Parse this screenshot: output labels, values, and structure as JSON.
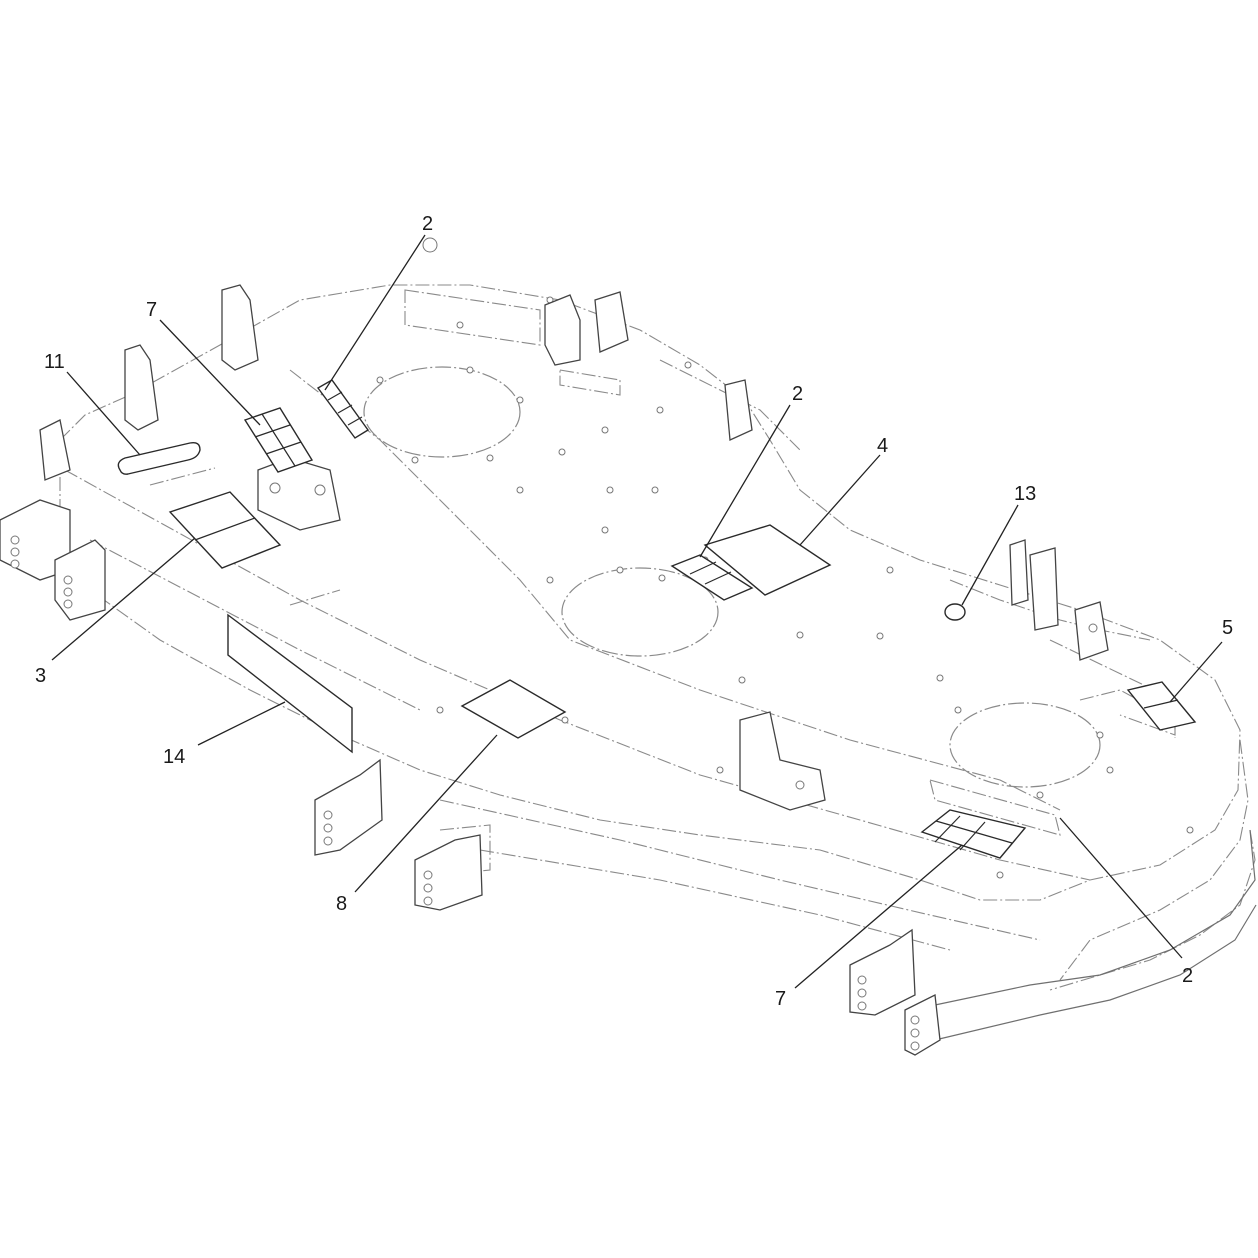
{
  "callouts": [
    {
      "id": "c-2-top",
      "label": "2"
    },
    {
      "id": "c-7-left",
      "label": "7"
    },
    {
      "id": "c-11",
      "label": "11"
    },
    {
      "id": "c-2-mid",
      "label": "2"
    },
    {
      "id": "c-4",
      "label": "4"
    },
    {
      "id": "c-13",
      "label": "13"
    },
    {
      "id": "c-5",
      "label": "5"
    },
    {
      "id": "c-3",
      "label": "3"
    },
    {
      "id": "c-14",
      "label": "14"
    },
    {
      "id": "c-8",
      "label": "8"
    },
    {
      "id": "c-2-right",
      "label": "2"
    },
    {
      "id": "c-7-bottom",
      "label": "7"
    }
  ]
}
